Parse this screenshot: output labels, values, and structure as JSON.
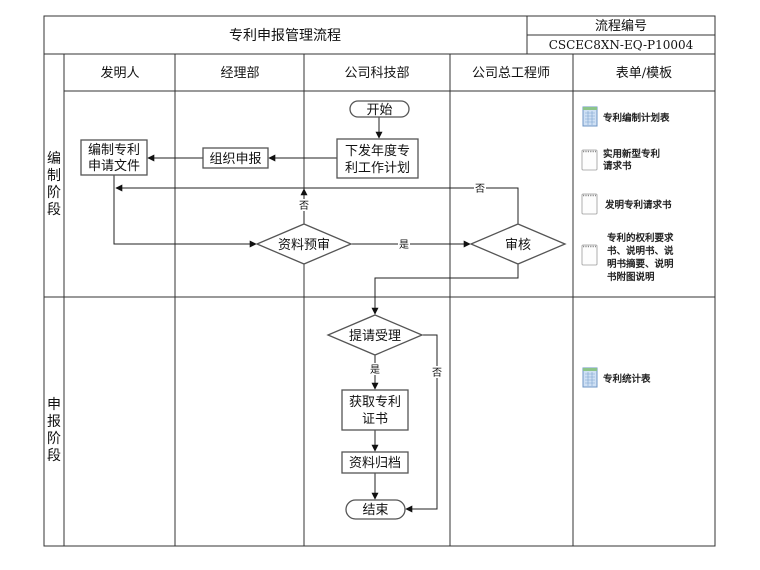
{
  "header": {
    "title": "专利申报管理流程",
    "code_label": "流程编号",
    "code_value": "CSCEC8XN-EQ-P10004"
  },
  "lanes": [
    {
      "id": "inventor",
      "label": "发明人"
    },
    {
      "id": "manager",
      "label": "经理部"
    },
    {
      "id": "tech",
      "label": "公司科技部"
    },
    {
      "id": "chief",
      "label": "公司总工程师"
    },
    {
      "id": "forms",
      "label": "表单/模板"
    }
  ],
  "stages": [
    {
      "id": "compile",
      "label": [
        "编",
        "制",
        "阶",
        "段"
      ]
    },
    {
      "id": "apply",
      "label": [
        "申",
        "报",
        "阶",
        "段"
      ]
    }
  ],
  "nodes": {
    "start": {
      "type": "terminator",
      "lines": [
        "开始"
      ]
    },
    "plan": {
      "type": "process",
      "lines": [
        "下发年度专",
        "利工作计划"
      ]
    },
    "organize": {
      "type": "process",
      "lines": [
        "组织申报"
      ]
    },
    "prepare": {
      "type": "process",
      "lines": [
        "编制专利",
        "申请文件"
      ]
    },
    "precheck": {
      "type": "decision",
      "lines": [
        "资料预审"
      ]
    },
    "review": {
      "type": "decision",
      "lines": [
        "审核"
      ]
    },
    "accept": {
      "type": "decision",
      "lines": [
        "提请受理"
      ]
    },
    "certificate": {
      "type": "process",
      "lines": [
        "获取专利",
        "证书"
      ]
    },
    "archive": {
      "type": "process",
      "lines": [
        "资料归档"
      ]
    },
    "end": {
      "type": "terminator",
      "lines": [
        "结束"
      ]
    }
  },
  "edge_labels": {
    "precheck_no": "否",
    "precheck_yes": "是",
    "review_no": "否",
    "accept_yes": "是",
    "accept_no": "否"
  },
  "templates": [
    {
      "icon": "spreadsheet-icon",
      "lines": [
        "专利编制计划表"
      ]
    },
    {
      "icon": "notepad-icon",
      "lines": [
        "实用新型专利",
        "请求书"
      ]
    },
    {
      "icon": "notepad-icon",
      "lines": [
        "发明专利请求书"
      ]
    },
    {
      "icon": "notepad-icon",
      "lines": [
        "专利的权利要求",
        "书、说明书、说",
        "明书摘要、说明",
        "书附图说明"
      ]
    },
    {
      "icon": "spreadsheet-icon",
      "lines": [
        "专利统计表"
      ]
    }
  ],
  "colors": {
    "grid": "#333333",
    "shape_stroke": "#555555",
    "sheet_fill": "#cfe0f4",
    "sheet_header": "#8cc48a",
    "sheet_border": "#6d94c4",
    "note_ring": "#8a8a8a"
  }
}
